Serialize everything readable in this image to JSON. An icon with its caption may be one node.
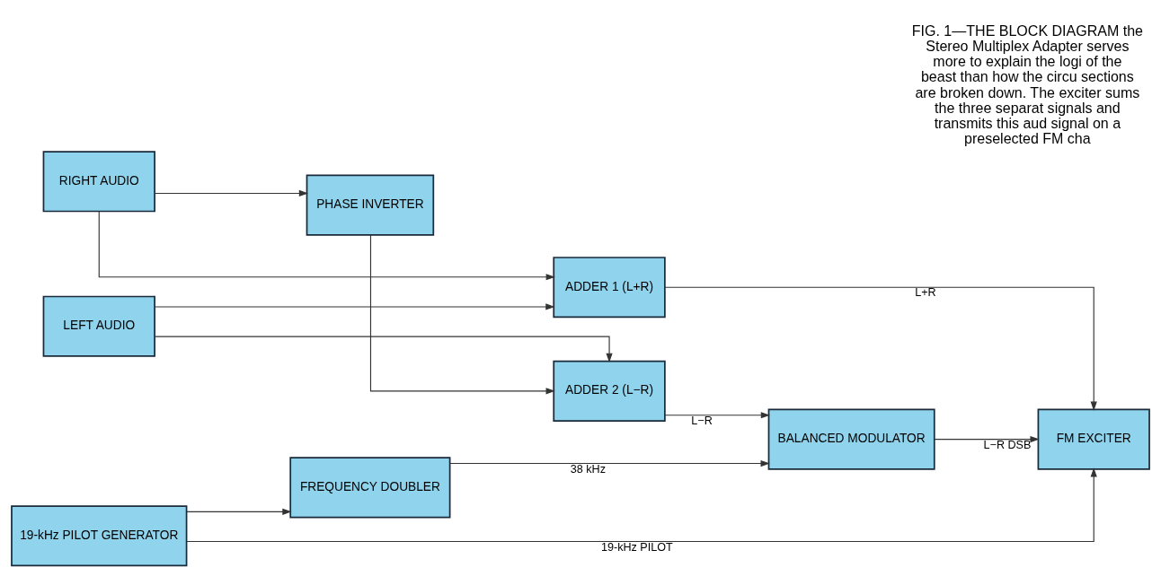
{
  "diagram": {
    "caption": "FIG. 1—THE BLOCK DIAGRAM the Stereo Multiplex Adapter serves more to explain the logi of the beast than how the circu sections are broken down. The exciter sums the three separat signals and transmits this aud signal on a preselected FM cha",
    "nodes": [
      {
        "text": [
          "LEFT AUDIO"
        ]
      },
      {
        "text": [
          "ADDER 1 (L+R)"
        ]
      },
      {
        "text": [
          "RIGHT AUDIO"
        ]
      },
      {
        "text": [
          "PHASE INVERTER"
        ]
      },
      {
        "text": [
          "ADDER 2 (L−R)"
        ]
      },
      {
        "text": [
          "BALANCED MODULATOR"
        ]
      },
      {
        "text": [
          "FM EXCITER"
        ]
      },
      {
        "text": [
          "19-kHz PILOT GENERATOR"
        ]
      },
      {
        "text": [
          "FREQUENCY DOUBLER"
        ]
      }
    ],
    "edges": [
      {
        "from": 0,
        "to": 1,
        "arrow": "to"
      },
      {
        "from": 0,
        "to": 4,
        "arrow": "to"
      },
      {
        "from": 2,
        "to": 1,
        "arrow": "to"
      },
      {
        "from": 2,
        "to": 3,
        "arrow": "to"
      },
      {
        "from": 3,
        "to": 4,
        "arrow": "to"
      },
      {
        "from": 4,
        "to": 5,
        "arrow": "to",
        "label": "L−R"
      },
      {
        "from": 1,
        "to": 6,
        "arrow": "to",
        "label": "L+R"
      },
      {
        "from": 5,
        "to": 6,
        "arrow": "to",
        "label": "L−R DSB"
      },
      {
        "from": 7,
        "to": 8,
        "arrow": "to"
      },
      {
        "from": 7,
        "to": 6,
        "arrow": "to",
        "label": "19-kHz PILOT"
      },
      {
        "from": 8,
        "to": 5,
        "arrow": "to",
        "label": "38 kHz"
      }
    ]
  }
}
